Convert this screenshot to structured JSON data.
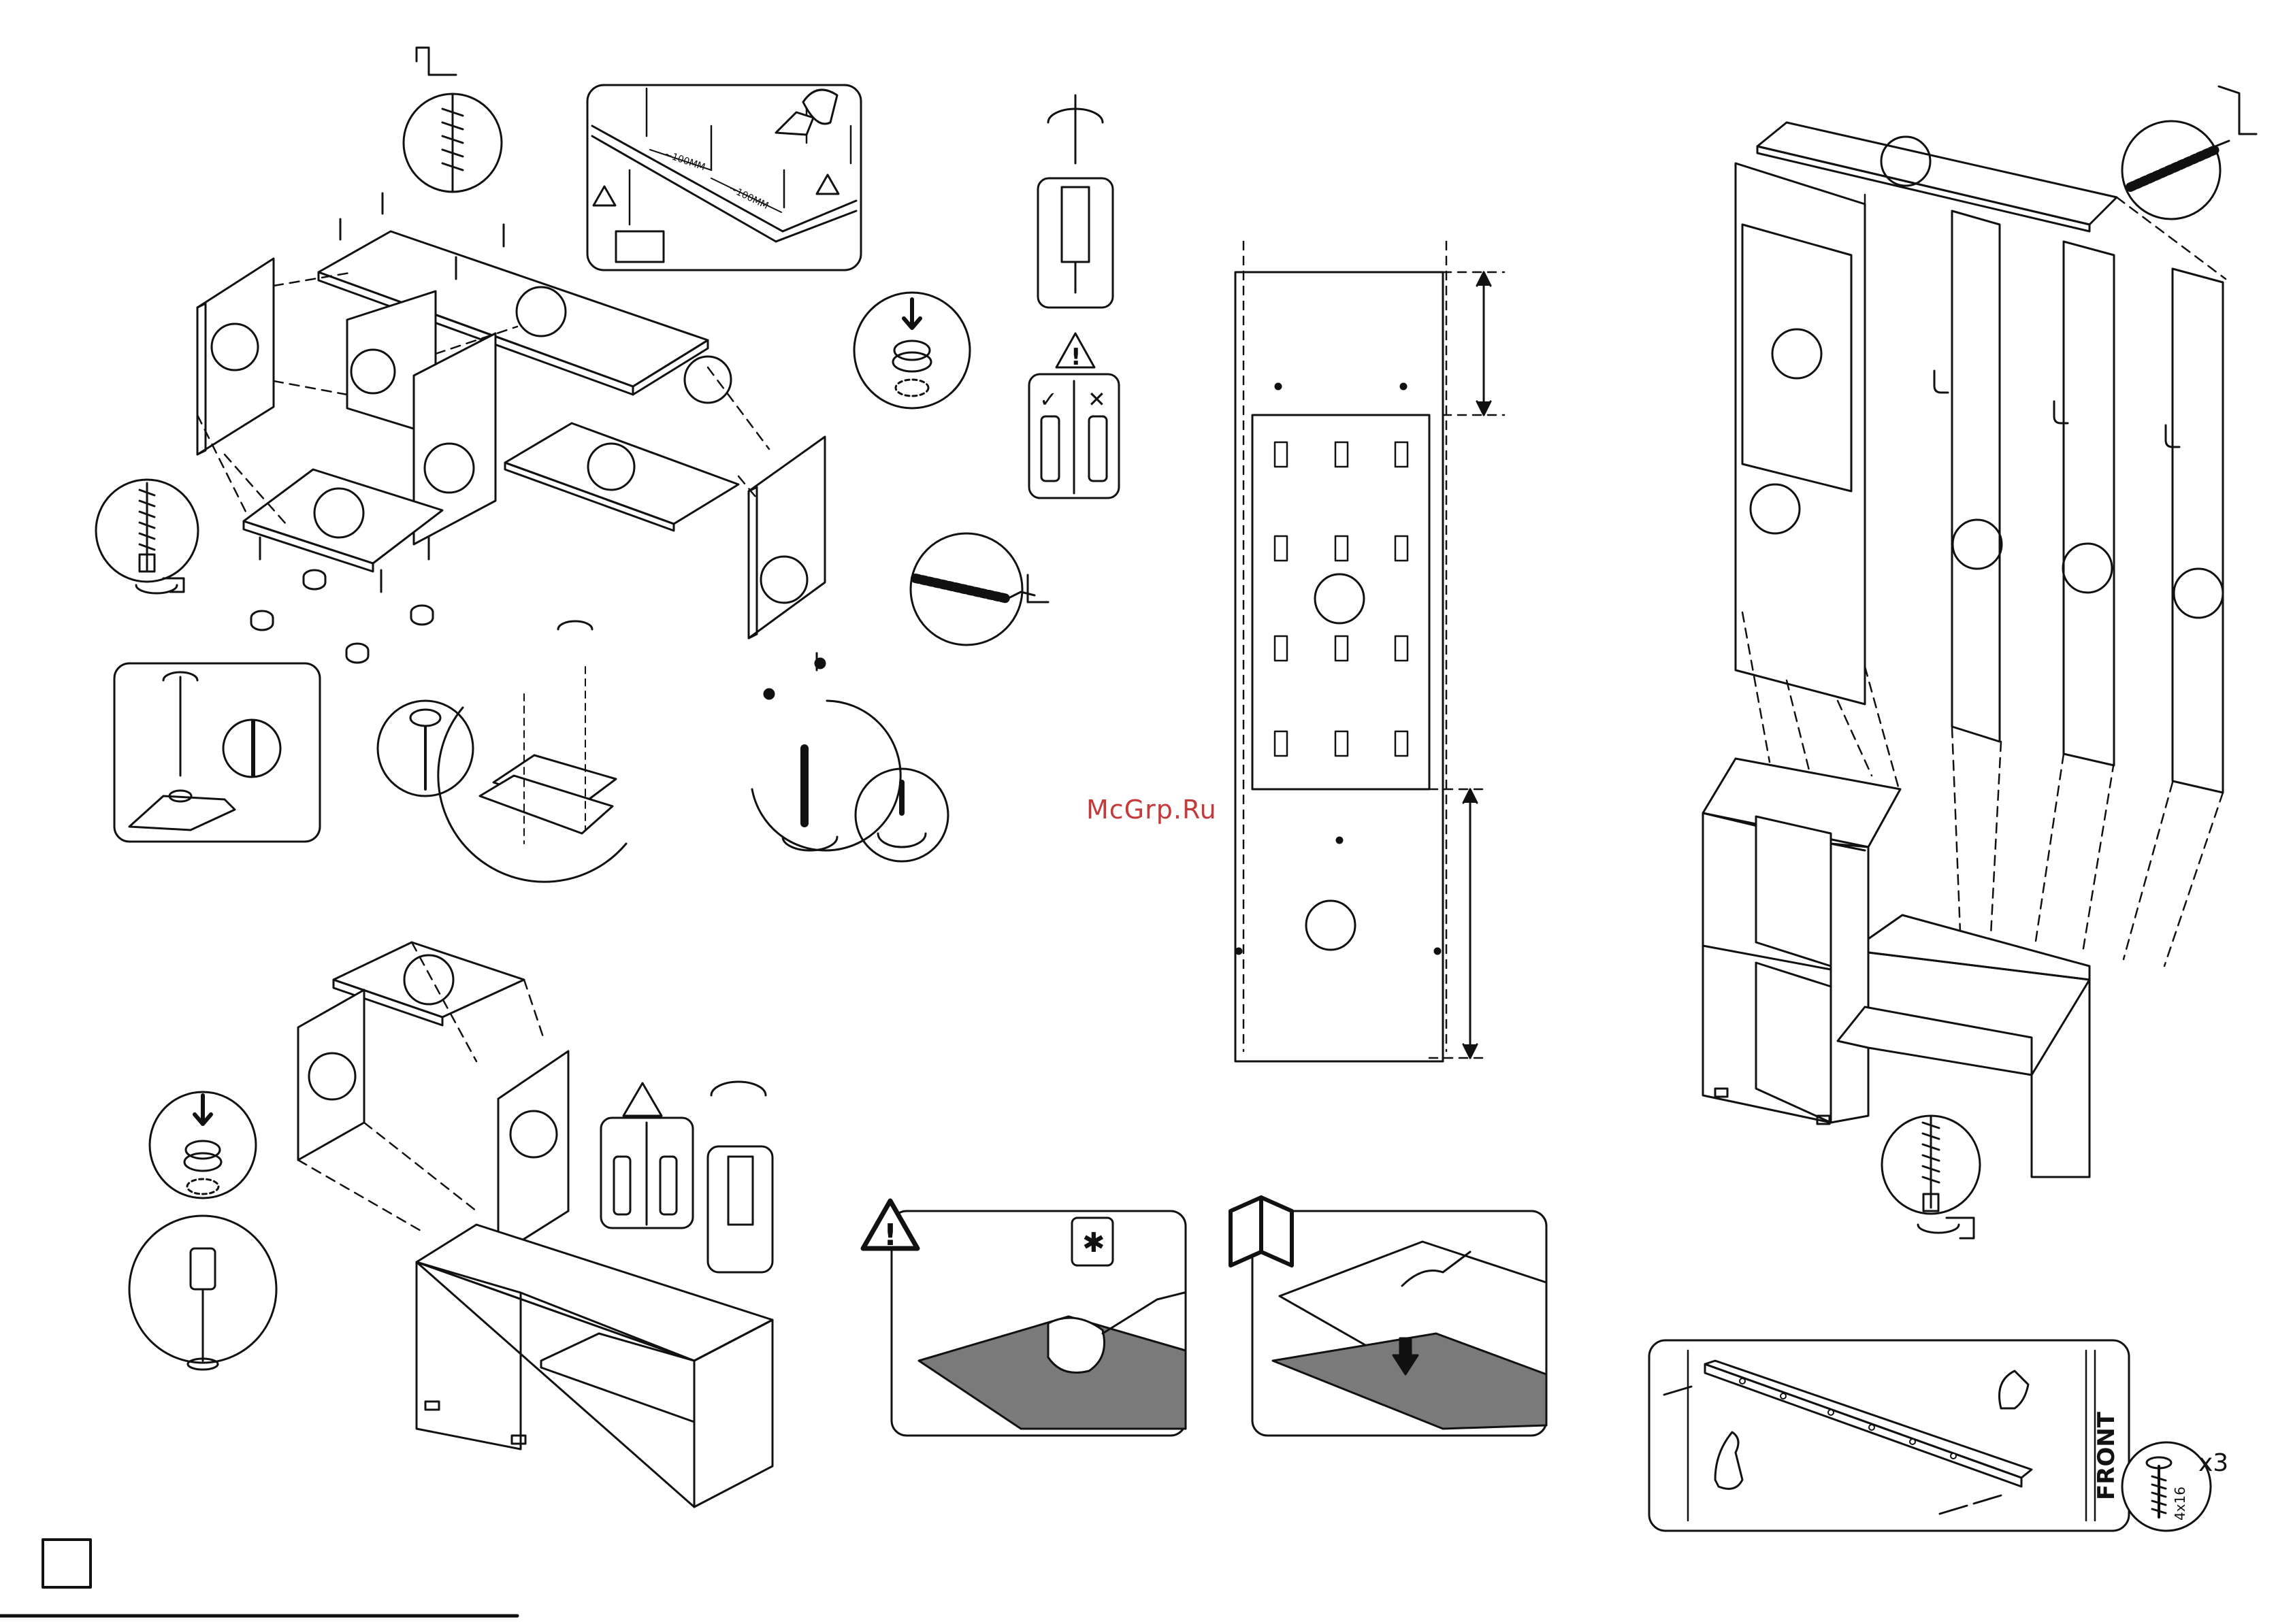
{
  "watermark": "McGrp.Ru",
  "measurements": {
    "spacing_a": "~100MM",
    "spacing_b": "~100MM"
  },
  "rail_panel": {
    "front_label": "FRONT",
    "screw_size": "4x16",
    "quantity": "x3"
  },
  "warnings": {
    "check_mark": "✓",
    "cross_mark": "✕",
    "exclamation": "!"
  },
  "colors": {
    "line": "#111111",
    "shade": "#7a7a7a",
    "watermark": "#c43a3a"
  },
  "icons": [
    "allen-key-icon",
    "hammer-icon",
    "screwdriver-icon",
    "warning-icon",
    "cleaning-bottle-icon",
    "manual-book-icon",
    "arrow-down-icon",
    "hand-icon",
    "screw-icon"
  ]
}
